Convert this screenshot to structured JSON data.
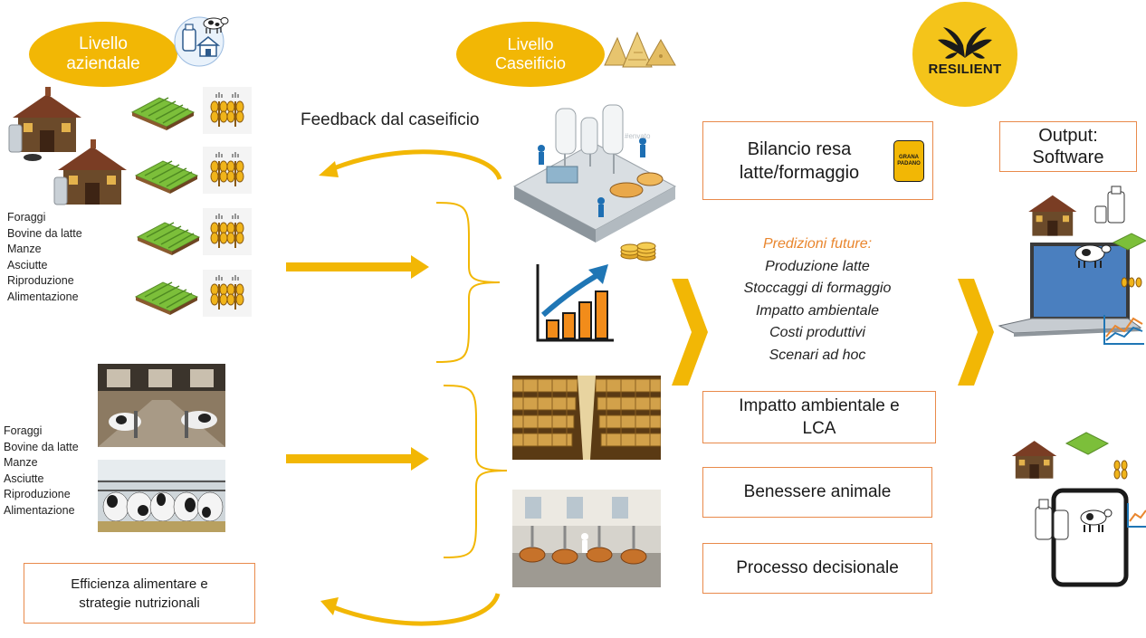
{
  "header": {
    "farm_level": [
      "Livello",
      "aziendale"
    ],
    "dairy_level": [
      "Livello",
      "Caseificio"
    ],
    "logo_text": "RESILIENT"
  },
  "feedback_label": "Feedback dal caseificio",
  "farm_lists": {
    "top": [
      "Foraggi",
      "Bovine da latte",
      "Manze",
      "Asciutte",
      "Riproduzione",
      "Alimentazione"
    ],
    "bottom": [
      "Foraggi",
      "Bovine da latte",
      "Manze",
      "Asciutte",
      "Riproduzione",
      "Alimentazione"
    ]
  },
  "boxes": {
    "efficiency": [
      "Efficienza alimentare e",
      "strategie nutrizionali"
    ],
    "yield_balance": [
      "Bilancio resa",
      "latte/formaggio"
    ],
    "grana_badge": [
      "GRANA",
      "PADANO"
    ],
    "environmental": [
      "Impatto ambientale e",
      "LCA"
    ],
    "welfare": "Benessere animale",
    "decision": "Processo decisionale",
    "output": [
      "Output:",
      "Software"
    ]
  },
  "predictions": {
    "heading": "Predizioni future:",
    "items": [
      "Produzione latte",
      "Stoccaggi di formaggio",
      "Impatto ambientale",
      "Costi produttivi",
      "Scenari ad hoc"
    ]
  },
  "watermark": "#envato",
  "colors": {
    "accent_yellow": "#f2b705",
    "box_border": "#e98a4b",
    "prediction_heading": "#e9862e",
    "chart_bars": "#f28c1a",
    "chart_arrow": "#1f76b5"
  }
}
